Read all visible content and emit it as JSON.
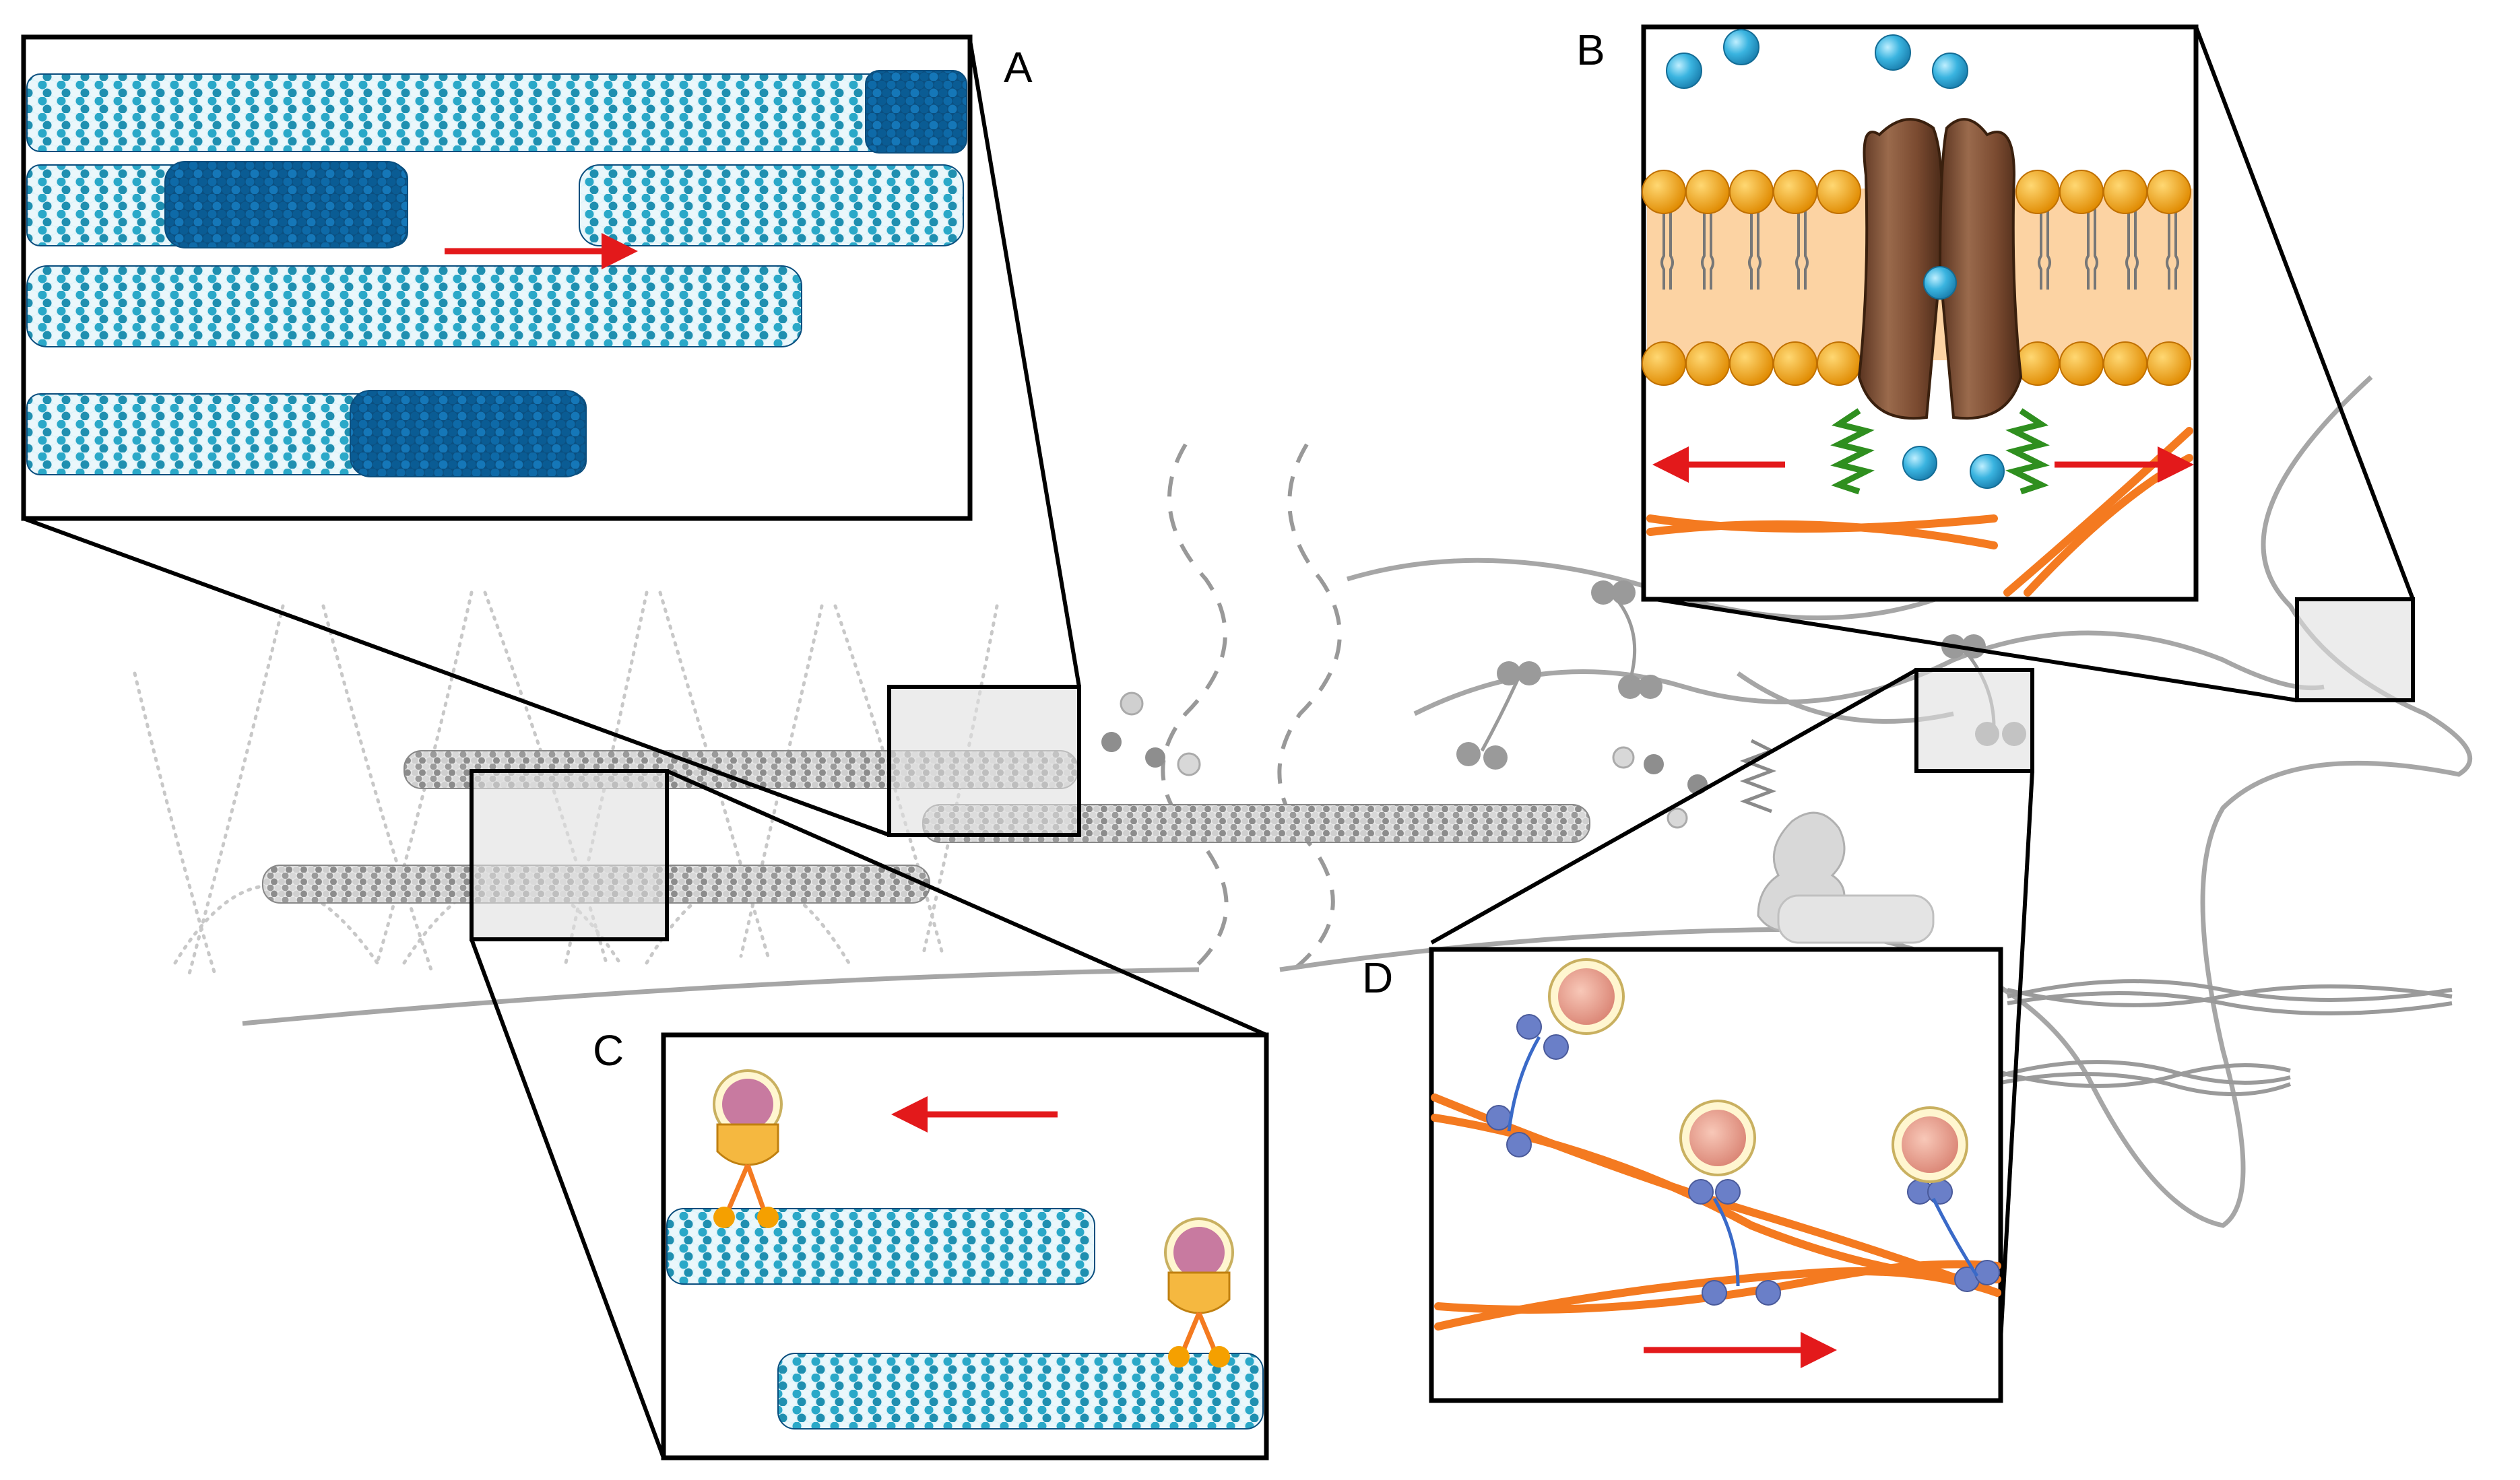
{
  "panels": {
    "a": {
      "label": "A"
    },
    "b": {
      "label": "B"
    },
    "c": {
      "label": "C"
    },
    "d": {
      "label": "D"
    }
  },
  "colors": {
    "microtubule_light": "#2aa8c8",
    "microtubule_dark": "#0a5c94",
    "lipid_head": "#f5a000",
    "lipid_tail": "#fcd3a3",
    "channel": "#8b5a3c",
    "ion": "#3ab4e0",
    "actin": "#f47a20",
    "spring": "#2f8f1f",
    "arrow": "#e3191b",
    "myosin": "#6a7fc8",
    "vesicle": "#e8a08f",
    "dynein_cargo": "#c87aa0",
    "background_cell": "#a6a6a6"
  },
  "icons": [
    "red-arrow-icon",
    "ion-icon",
    "vesicle-icon",
    "motor-protein-icon"
  ]
}
